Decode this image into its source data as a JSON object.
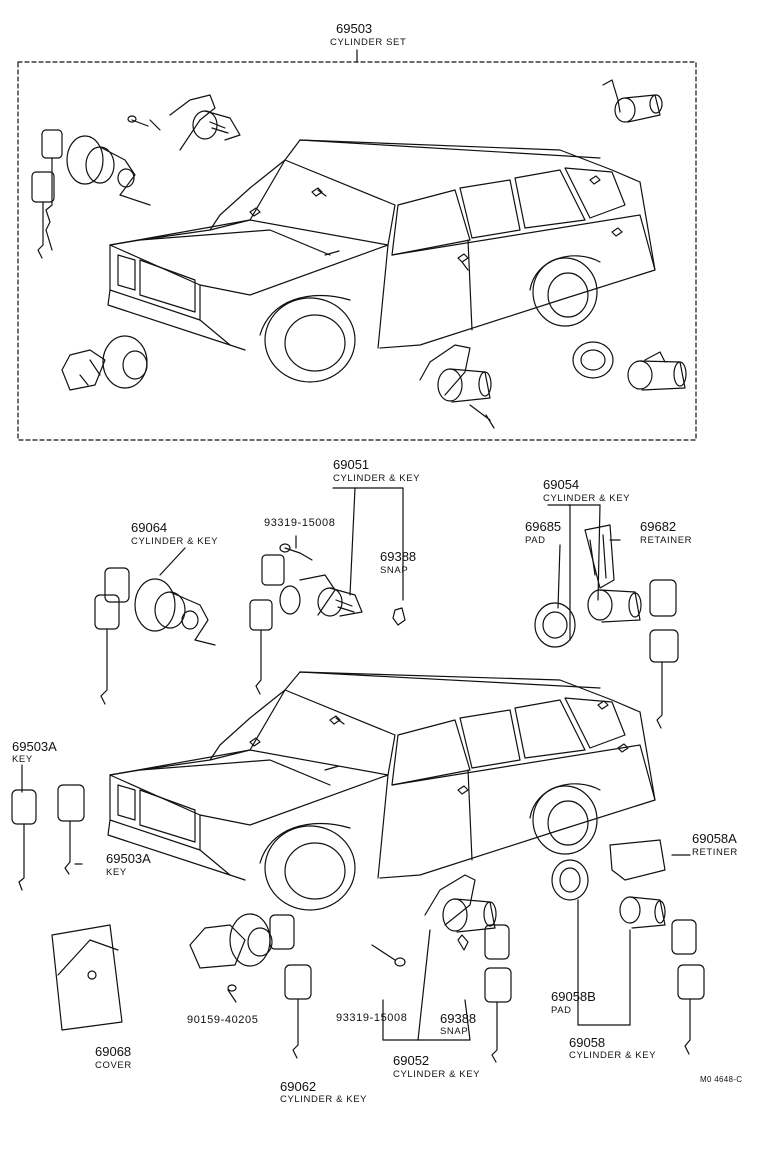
{
  "top_assembly": {
    "number": "69503",
    "desc": "CYLINDER SET"
  },
  "parts": {
    "p69051": {
      "number": "69051",
      "desc": "CYLINDER & KEY"
    },
    "p69054": {
      "number": "69054",
      "desc": "CYLINDER & KEY"
    },
    "p69064": {
      "number": "69064",
      "desc": "CYLINDER & KEY"
    },
    "p93319a": {
      "number": "93319-15008"
    },
    "p69388a": {
      "number": "69388",
      "desc": "SNAP"
    },
    "p69685": {
      "number": "69685",
      "desc": "PAD"
    },
    "p69682": {
      "number": "69682",
      "desc": "RETAINER"
    },
    "p69503A1": {
      "number": "69503A",
      "desc": "KEY"
    },
    "p69503A2": {
      "number": "69503A",
      "desc": "KEY"
    },
    "p69058A": {
      "number": "69058A",
      "desc": "RETINER"
    },
    "p69058B": {
      "number": "69058B",
      "desc": "PAD"
    },
    "p69058": {
      "number": "69058",
      "desc": "CYLINDER & KEY"
    },
    "p93319b": {
      "number": "93319-15008"
    },
    "p69388b": {
      "number": "69388",
      "desc": "SNAP"
    },
    "p69052": {
      "number": "69052",
      "desc": "CYLINDER & KEY"
    },
    "p90159": {
      "number": "90159-40205"
    },
    "p69068": {
      "number": "69068",
      "desc": "COVER"
    },
    "p69062": {
      "number": "69062",
      "desc": "CYLINDER & KEY"
    }
  },
  "footer_code": "M0 4648-C",
  "colors": {
    "line": "#111111",
    "background": "#ffffff"
  }
}
